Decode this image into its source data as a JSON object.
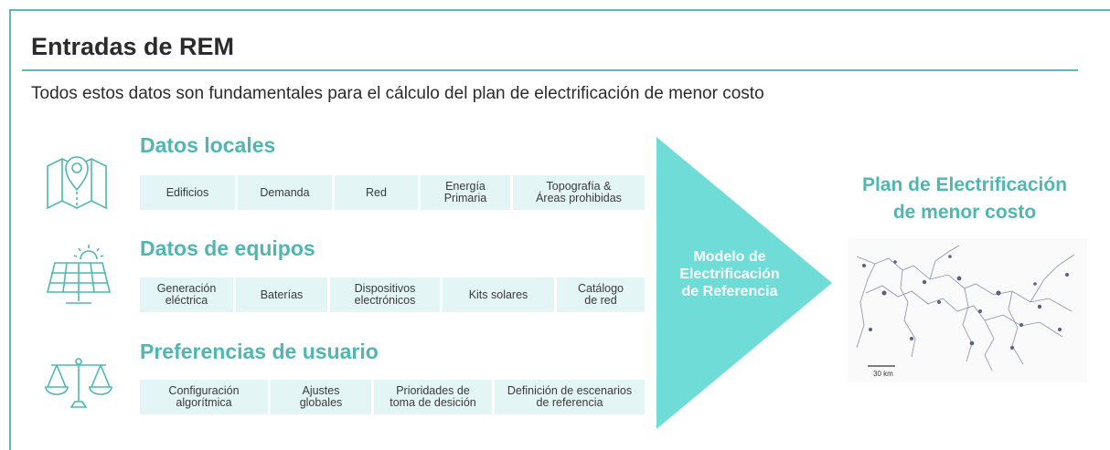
{
  "title": "Entradas de REM",
  "subtitle": "Todos estos datos son fundamentales para el cálculo del plan de electrificación de menor costo",
  "sections": [
    {
      "title": "Datos locales",
      "icon": "map-pin-icon",
      "items": [
        "Edificios",
        "Demanda",
        "Red",
        "Energía\nPrimaria",
        "Topografía &\nÁreas prohibidas"
      ]
    },
    {
      "title": "Datos de equipos",
      "icon": "solar-panel-icon",
      "items": [
        "Generación\neléctrica",
        "Baterías",
        "Dispositivos\nelectrónicos",
        "Kits solares",
        "Catálogo\nde red"
      ]
    },
    {
      "title": "Preferencias de usuario",
      "icon": "balance-scale-icon",
      "items": [
        "Configuración\nalgorítmica",
        "Ajustes\nglobales",
        "Prioridades de\ntoma de desición",
        "Definición de escenarios\nde referencia"
      ]
    }
  ],
  "model_label": "Modelo de\nElectrificación\nde Referencia",
  "result_title": "Plan de Electrificación\nde menor costo",
  "map_scale": "30 km",
  "colors": {
    "accent": "#4fb7b2",
    "arrow": "#6fdcd8",
    "chip": "#e3f5f4",
    "text": "#2b2b2b"
  }
}
